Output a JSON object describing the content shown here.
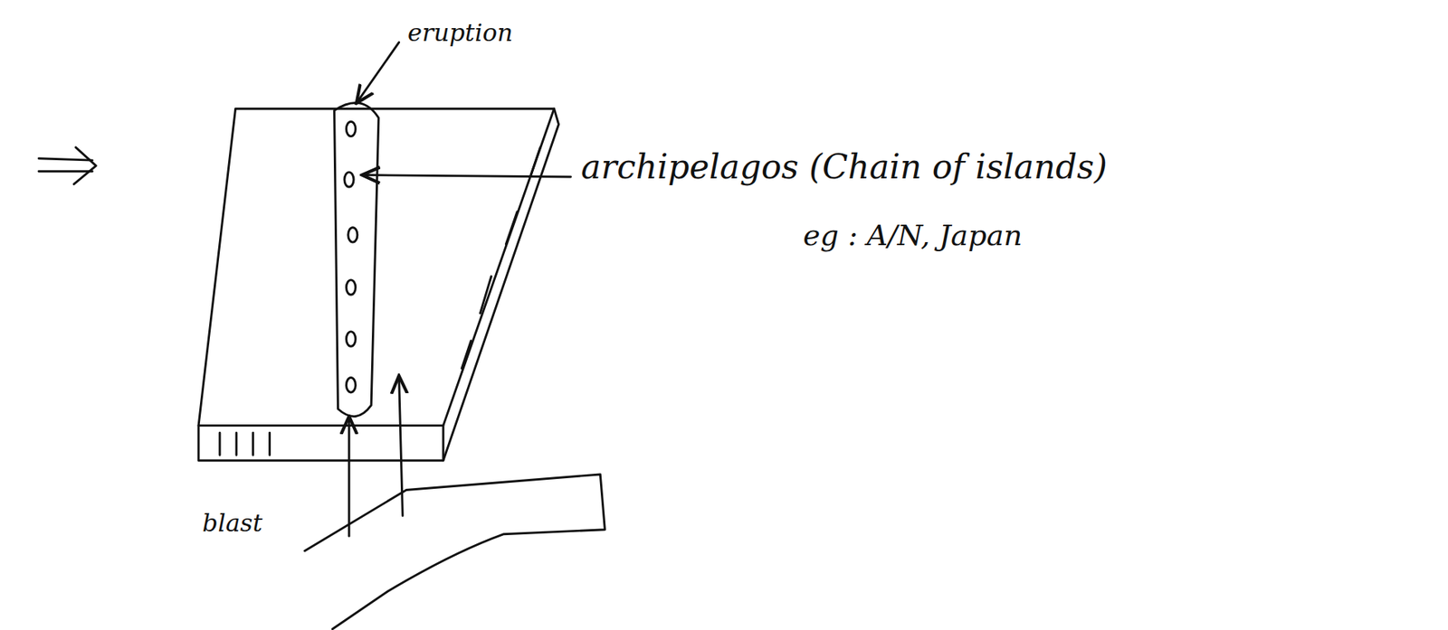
{
  "diagram": {
    "labels": [
      "eruption",
      "archipelagos (Chain of islands)",
      "eg : A/N, Japan",
      "blast"
    ]
  }
}
